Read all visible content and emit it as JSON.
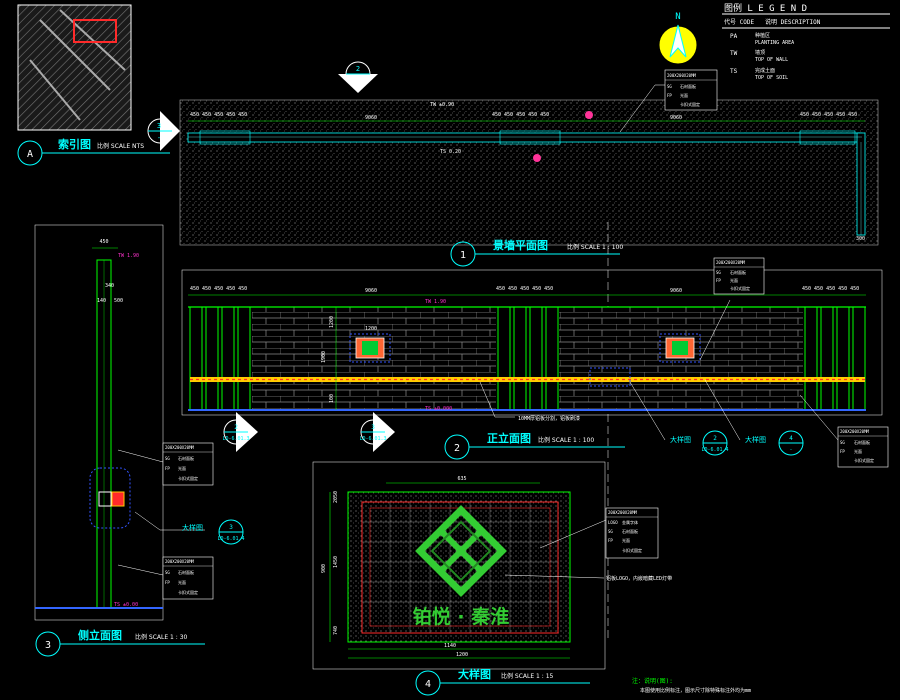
{
  "legend": {
    "title": "图例 L E G E N D",
    "col_code": "代号 CODE",
    "col_desc": "说明 DESCRIPTION",
    "rows": [
      {
        "code": "PA",
        "desc_cn": "种植区",
        "desc_en": "PLANTING AREA"
      },
      {
        "code": "TW",
        "desc_cn": "墙顶",
        "desc_en": "TOP OF WALL"
      },
      {
        "code": "TS",
        "desc_cn": "完成土面",
        "desc_en": "TOP OF SOIL"
      }
    ]
  },
  "north": "N",
  "views": {
    "index": {
      "num": "A",
      "title": "索引图",
      "scale": "比例 SCALE NTS"
    },
    "plan": {
      "num": "1",
      "title": "景墙平面图",
      "scale": "比例 SCALE 1 : 100"
    },
    "front": {
      "num": "2",
      "title": "正立面图",
      "scale": "比例 SCALE 1 : 100"
    },
    "side": {
      "num": "3",
      "title": "侧立面图",
      "scale": "比例 SCALE 1 : 30"
    },
    "detail": {
      "num": "4",
      "title": "大样图",
      "scale": "比例 SCALE 1 : 15"
    }
  },
  "plan_dims": {
    "segments": [
      "450 450 450 450 450",
      "9060",
      "450 450 450 450 450",
      "9060",
      "450 450 450 450 450"
    ],
    "tw": "TW ±0.90",
    "ts": "TS 0.20",
    "side_dim": "300"
  },
  "front_dims": {
    "segments": [
      "450 450 450 450 450",
      "9060",
      "450 450 450 450 450",
      "9060",
      "450 450 450 450 450"
    ],
    "top_level": "TW 1.90",
    "bottom_level": "TS ±0.000",
    "panel_w": "1200",
    "heights": [
      "100",
      "1200",
      "1900"
    ],
    "note": "10MM厚铝板分割，铝板刷漆"
  },
  "material_notes": {
    "front_a": {
      "code": "200X200X20MM",
      "rows": [
        [
          "SG",
          "石材面板"
        ],
        [
          "FP",
          "光面"
        ],
        [
          "",
          "卡扣式固定"
        ]
      ]
    },
    "front_b": {
      "code": "200X200X20MM",
      "rows": [
        [
          "SG",
          "石材面板"
        ],
        [
          "FP",
          "光面"
        ],
        [
          "",
          "卡扣式固定"
        ]
      ]
    },
    "plan": {
      "code": "200X200X20MM",
      "rows": [
        [
          "SG",
          "石材面板"
        ],
        [
          "FP",
          "光面"
        ],
        [
          "",
          "卡扣式固定"
        ]
      ]
    },
    "side_a": {
      "code": "200X200X20MM",
      "rows": [
        [
          "SG",
          "石材面板"
        ],
        [
          "FP",
          "光面"
        ],
        [
          "",
          "卡扣式固定"
        ]
      ]
    },
    "side_b": {
      "code": "200X200X20MM",
      "rows": [
        [
          "SG",
          "石材面板"
        ],
        [
          "FP",
          "光面"
        ],
        [
          "",
          "卡扣式固定"
        ]
      ]
    },
    "detail": {
      "code": "200X200X20MM",
      "rows": [
        [
          "LOGO",
          "金属字体"
        ],
        [
          "SG",
          "石材面板"
        ],
        [
          "FP",
          "光面"
        ],
        [
          "",
          "卡扣式固定"
        ]
      ]
    }
  },
  "side_dims": {
    "width": "450",
    "d1": "340",
    "d2": "140",
    "d3": "500",
    "top_level": "TW 1.90",
    "bottom_level": "TS ±0.00"
  },
  "detail_dims": {
    "inner_w": "635",
    "outer_w": "1200",
    "base_w": "1140",
    "h1": "2050",
    "h2": "1450",
    "h3": "900",
    "h4": "740"
  },
  "detail_note": "铝板LOGO，内嵌暗藏LED灯带",
  "logo_text": "铂悦 · 秦淮",
  "callouts": [
    {
      "ref": "2",
      "sheet": "LD-6.01.3"
    },
    {
      "ref": "3",
      "sheet": "LD-6.01.3"
    },
    {
      "ref": "2",
      "sheet": "LD-6.01.4"
    },
    {
      "ref": "4",
      "sheet": "-"
    },
    {
      "ref": "3",
      "sheet": "LD-6.01.4"
    }
  ],
  "callout_label": "大样图",
  "page_notes": {
    "title": "注：说明(图):",
    "body": "本图使用比例标注，图示尺寸除特殊标注外均为mm"
  },
  "section_mark": {
    "top": "2",
    "bottom": "-"
  },
  "side_section": {
    "top": "3",
    "bottom": "-"
  }
}
